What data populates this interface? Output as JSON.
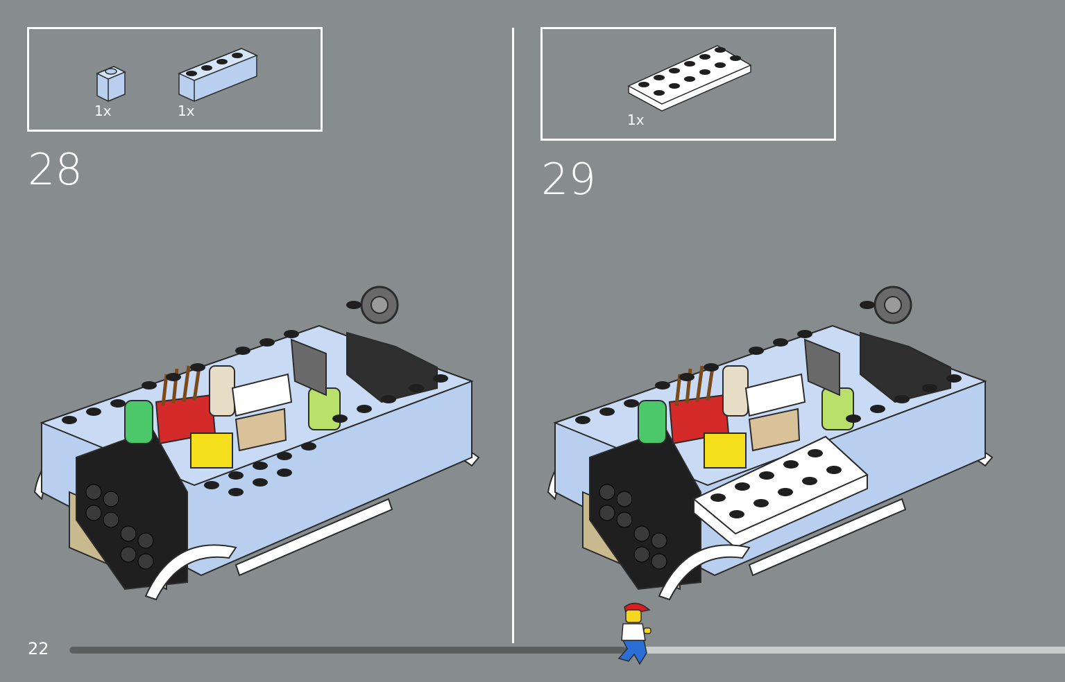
{
  "page_number": "22",
  "progress": {
    "fraction": 0.56
  },
  "steps": [
    {
      "number": "28",
      "parts": [
        {
          "qty": "1x",
          "color": "#b9cff0",
          "type": "brick-1x1"
        },
        {
          "qty": "1x",
          "color": "#b9cff0",
          "type": "brick-1x4"
        }
      ]
    },
    {
      "number": "29",
      "parts": [
        {
          "qty": "1x",
          "color": "#ffffff",
          "type": "plate-2x6"
        }
      ]
    }
  ],
  "colors": {
    "background": "#878d8e",
    "light_blue": "#b9cff0",
    "black_part": "#1f1f1f",
    "white": "#ffffff"
  }
}
